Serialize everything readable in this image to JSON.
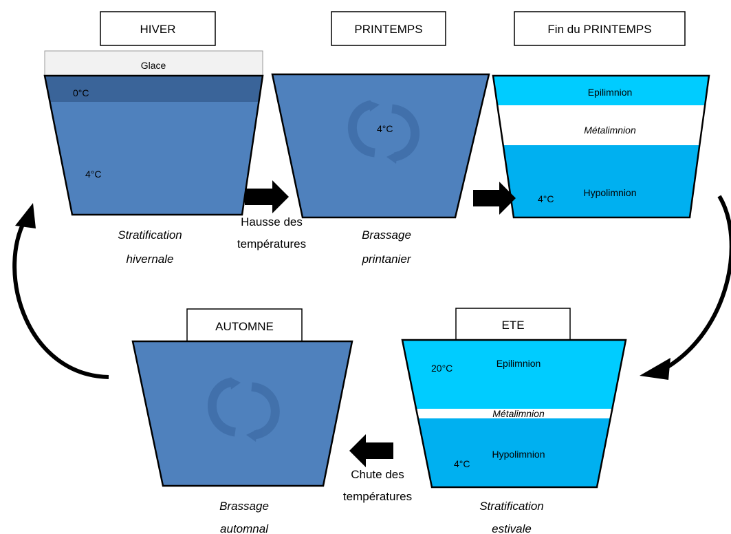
{
  "seasons": {
    "hiver": "HIVER",
    "printemps": "PRINTEMPS",
    "fin_printemps": "Fin du PRINTEMPS",
    "automne": "AUTOMNE",
    "ete": "ETE"
  },
  "layers": {
    "glace": "Glace",
    "zero": "0°C",
    "four": "4°C",
    "twenty": "20°C",
    "epilimnion": "Epilimnion",
    "metalimnion": "Métalimnion",
    "hypolimnion": "Hypolimnion"
  },
  "captions": {
    "hiver_1": "Stratification",
    "hiver_2": "hivernale",
    "printemps_1": "Brassage",
    "printemps_2": "printanier",
    "automne_1": "Brassage",
    "automne_2": "automnal",
    "ete_1": "Stratification",
    "ete_2": "estivale"
  },
  "transitions": {
    "hausse_1": "Hausse des",
    "hausse_2": "températures",
    "chute_1": "Chute des",
    "chute_2": "températures"
  },
  "colors": {
    "lake_blue": "#4f81bd",
    "lake_dark": "#3a6499",
    "ice": "#f2f2f2",
    "epilimnion": "#00ccff",
    "hypolimnion": "#00b0f0",
    "outline": "#000000"
  },
  "icons": [
    "circular-mixing-arrows-icon",
    "block-arrow-right-icon",
    "block-arrow-left-icon",
    "curved-cycle-arrow-icon"
  ]
}
